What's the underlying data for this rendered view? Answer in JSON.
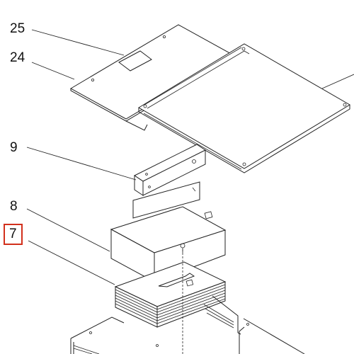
{
  "diagram": {
    "callouts": [
      {
        "id": "c25",
        "label": "25"
      },
      {
        "id": "c24",
        "label": "24"
      },
      {
        "id": "c9",
        "label": "9"
      },
      {
        "id": "c8",
        "label": "8"
      },
      {
        "id": "c7",
        "label": "7",
        "highlighted": true
      }
    ],
    "highlight_color": "#d2301c",
    "line_color": "#222222"
  }
}
